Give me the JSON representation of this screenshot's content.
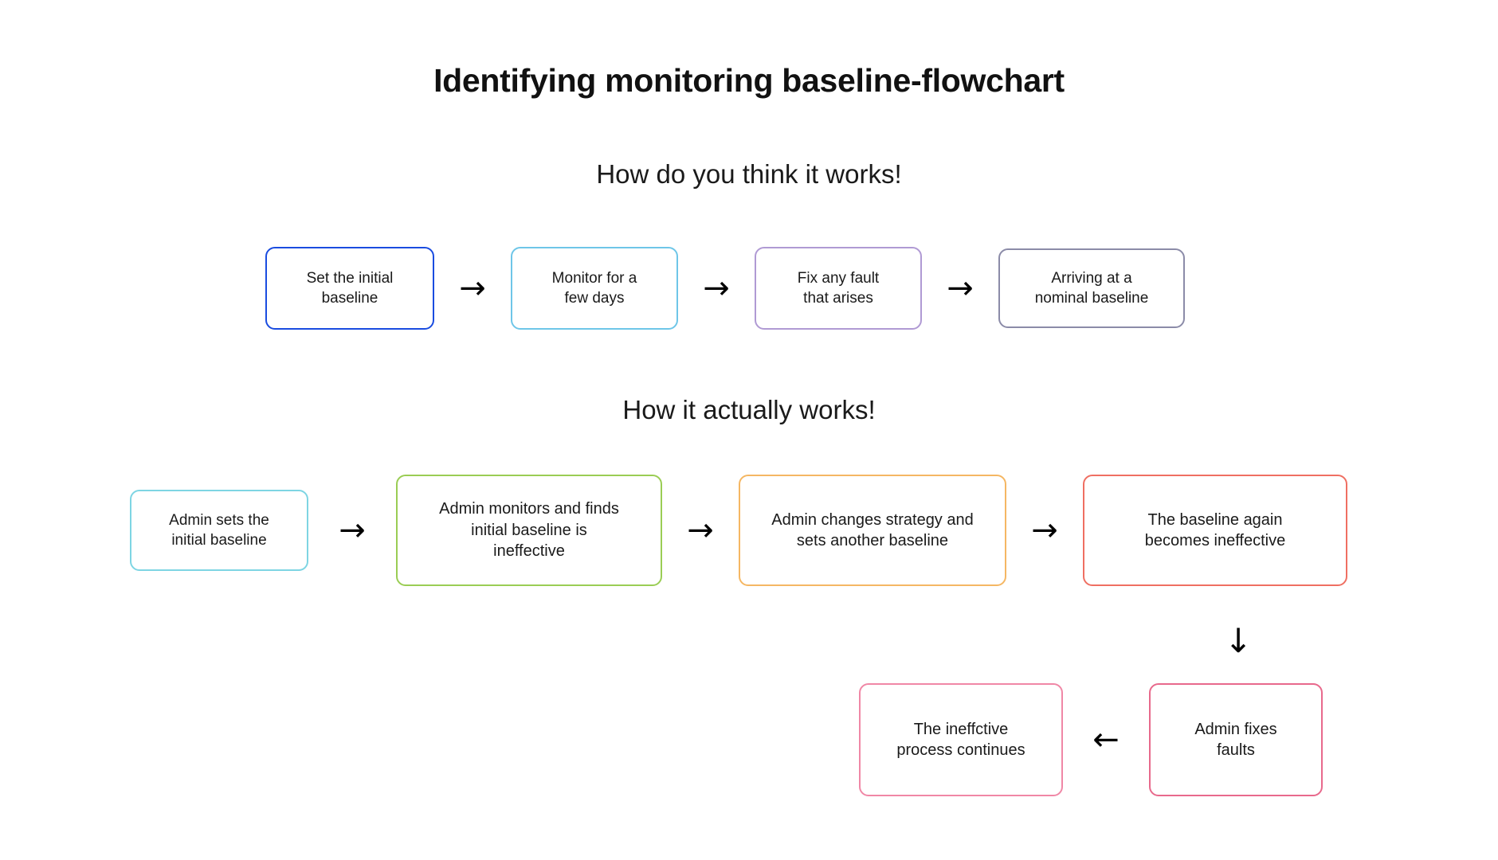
{
  "title": "Identifying monitoring baseline-flowchart",
  "sections": [
    {
      "heading": "How do you think it works!",
      "nodes": [
        {
          "label": "Set the initial\nbaseline",
          "color": "#1a4ce0"
        },
        {
          "label": "Monitor for a\nfew days",
          "color": "#6ec6e8"
        },
        {
          "label": "Fix any fault\nthat arises",
          "color": "#b09ad4"
        },
        {
          "label": "Arriving at a\nnominal baseline",
          "color": "#8b8ba8"
        }
      ],
      "connectors": [
        "arrow-right",
        "arrow-right",
        "arrow-right"
      ]
    },
    {
      "heading": "How it actually works!",
      "nodes": [
        {
          "label": "Admin sets the\ninitial baseline",
          "color": "#7ed5e3"
        },
        {
          "label": "Admin monitors and finds\ninitial baseline is\nineffective",
          "color": "#9acd54"
        },
        {
          "label": "Admin changes strategy and\nsets another baseline",
          "color": "#f5b763"
        },
        {
          "label": "The baseline again\nbecomes ineffective",
          "color": "#ef6f62"
        }
      ],
      "connectors": [
        "arrow-right",
        "arrow-right",
        "arrow-right"
      ],
      "loop": {
        "down_connector": "arrow-down",
        "nodes": [
          {
            "label": "The ineffctive\nprocess continues",
            "color": "#f087a6"
          },
          {
            "label": "Admin fixes\nfaults",
            "color": "#e8698c"
          }
        ],
        "connector": "arrow-left"
      }
    }
  ],
  "icons": {
    "arrow_right": "→",
    "arrow_left": "←",
    "arrow_down": "↓"
  },
  "colors": {
    "background": "#ffffff",
    "text": "#111111"
  }
}
